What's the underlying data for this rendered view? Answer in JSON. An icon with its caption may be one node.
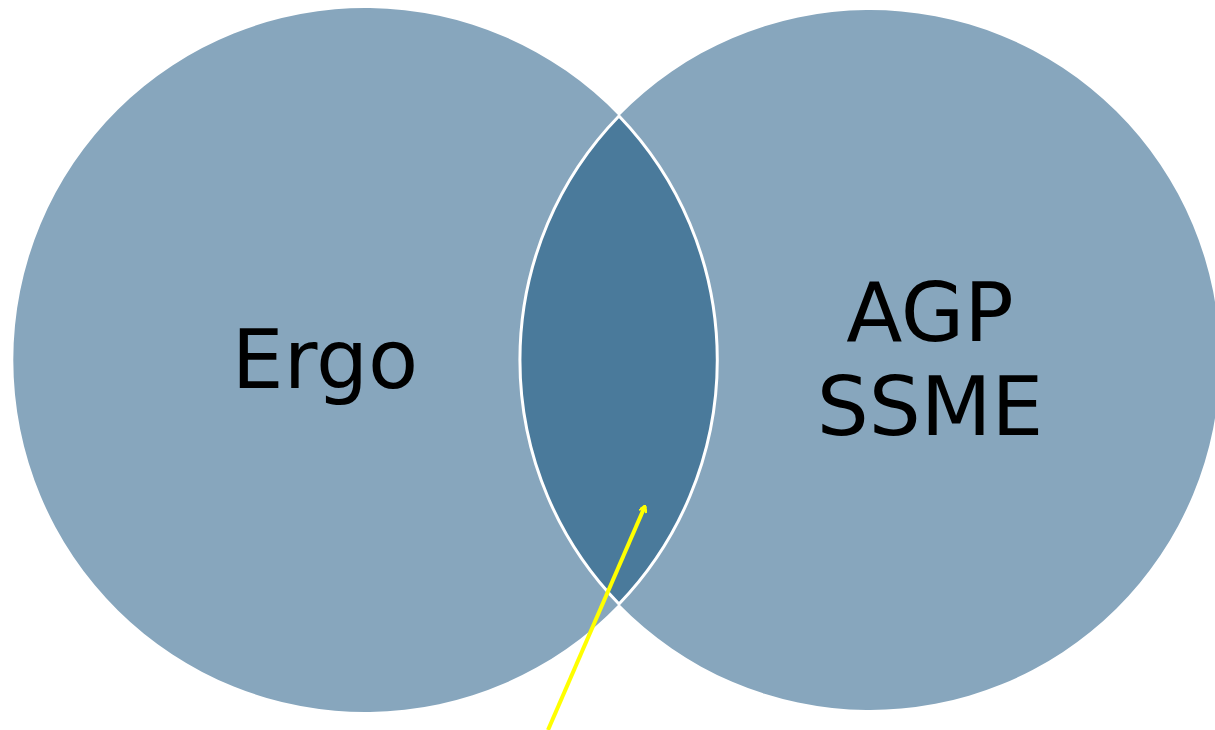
{
  "diagram": {
    "nodes": [
      {
        "text": [
          "Ergo"
        ]
      },
      {
        "text": [
          "AGP SSME"
        ]
      },
      {
        "text": [],
        "shape": "lens"
      }
    ],
    "edges": [
      {
        "from": null,
        "to": 2,
        "arrow": "to",
        "color": "#ffff00"
      }
    ]
  }
}
